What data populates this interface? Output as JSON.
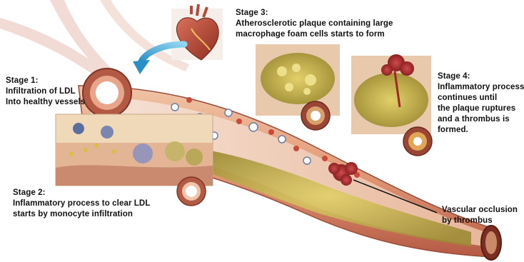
{
  "labels": {
    "stage1": [
      "Stage 1:",
      "Infiltration of LDL",
      "Into healthy vessels"
    ],
    "stage2": [
      "Stage 2:",
      "Inflammatory process to clear LDL",
      "starts by monocyte infiltration"
    ],
    "stage3": [
      "Stage 3:",
      "Atherosclerotic plaque containing large",
      "macrophage foam cells starts to form"
    ],
    "stage4": [
      "Stage 4:",
      "Inflammatory process",
      "continues until",
      "the plaque ruptures",
      "and a thrombus is",
      "formed."
    ],
    "occlusion": [
      "Vascular occlusion",
      "by thrombus"
    ]
  },
  "colors": {
    "vessel_outer": "#c8725a",
    "vessel_wall": "#e2a07d",
    "lumen": "#f3d6c2",
    "plaque": "#c9b24a",
    "thrombus": "#a8282a",
    "arrow": "#3aa9d8",
    "text": "#111111"
  }
}
